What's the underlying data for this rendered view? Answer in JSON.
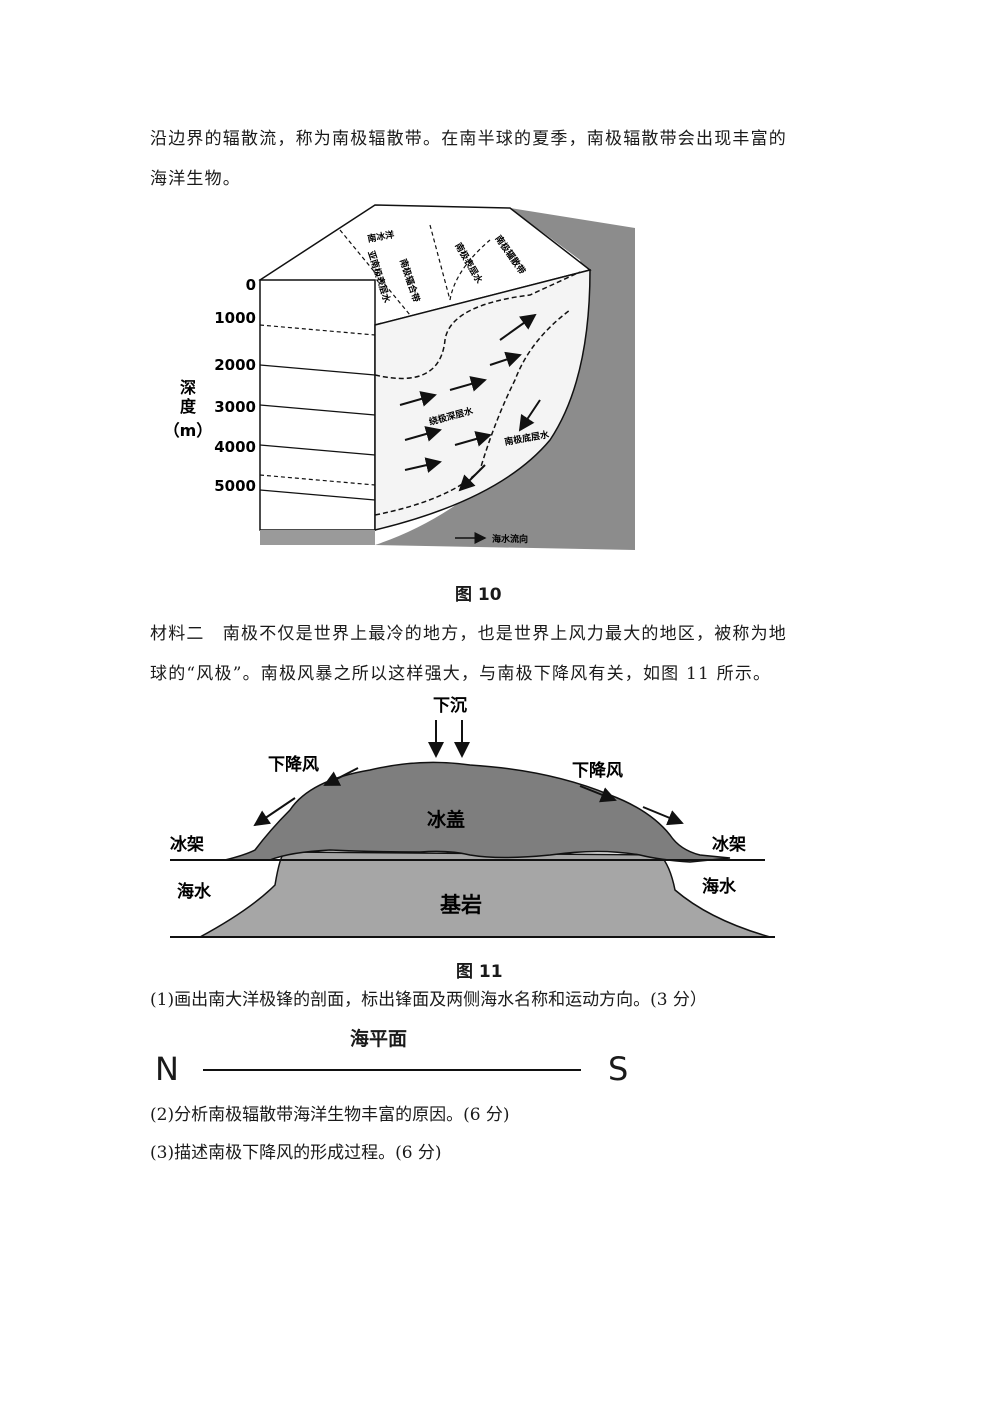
{
  "intro": {
    "line1": "沿边界的辐散流，称为南极辐散带。在南半球的夏季，南极辐散带会出现丰富的",
    "line2": "海洋生物。"
  },
  "fig10": {
    "caption": "图 10",
    "depth_label_1": "深",
    "depth_label_2": "度",
    "depth_unit": "（m）",
    "depth_ticks": [
      "0",
      "1000",
      "2000",
      "3000",
      "4000",
      "5000"
    ],
    "labels": {
      "southern_ocean": "南冰洋",
      "subantarctic_surface": "亚南极表层水",
      "antarctic_convergence": "南极辐合带",
      "antarctic_surface": "南极表层水",
      "antarctic_divergence": "南极辐散带",
      "circumpolar_deep": "绕极深层水",
      "antarctic_bottom": "南极底层水",
      "legend": "海水流向"
    }
  },
  "material2": {
    "line1": "材料二　南极不仅是世界上最冷的地方，也是世界上风力最大的地区，被称为地",
    "line2": "球的“风极”。南极风暴之所以这样强大，与南极下降风有关，如图 11 所示。"
  },
  "fig11": {
    "caption": "图 11",
    "labels": {
      "subsidence": "下沉",
      "katabatic_left": "下降风",
      "katabatic_right": "下降风",
      "ice_cap": "冰盖",
      "ice_shelf_left": "冰架",
      "ice_shelf_right": "冰架",
      "seawater_left": "海水",
      "seawater_right": "海水",
      "bedrock": "基岩"
    }
  },
  "questions": {
    "q1": "(1)画出南大洋极锋的剖面，标出锋面及两侧海水名称和运动方向。(3 分）",
    "q2": "(2)分析南极辐散带海洋生物丰富的原因。(6 分)",
    "q3": "(3)描述南极下降风的形成过程。(6 分)"
  },
  "sea_level_diagram": {
    "title": "海平面",
    "left": "N",
    "right": "S"
  }
}
